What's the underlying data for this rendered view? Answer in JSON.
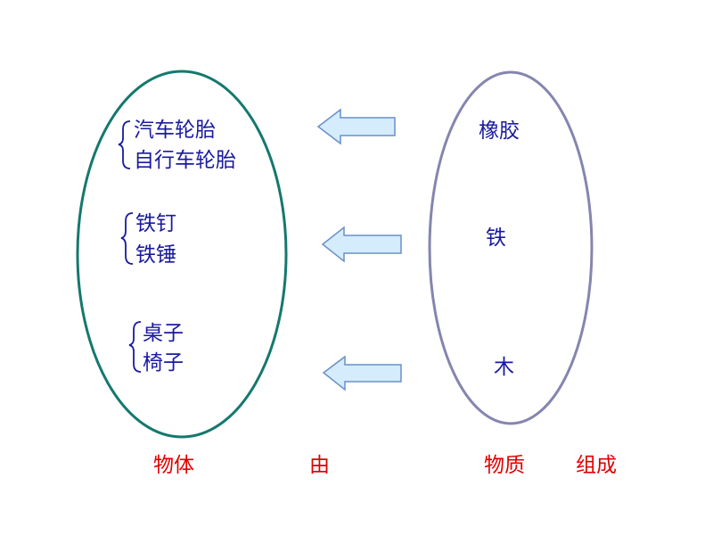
{
  "objects": [
    {
      "items": [
        "汽车轮胎",
        "自行车轮胎"
      ]
    },
    {
      "items": [
        "铁钉",
        "铁锤"
      ]
    },
    {
      "items": [
        "桌子",
        "椅子"
      ]
    }
  ],
  "materials": [
    "橡胶",
    "铁",
    "木"
  ],
  "caption": {
    "objects": "物体",
    "by": "由",
    "materials": "物质",
    "composed": "组成"
  },
  "colors": {
    "left_ellipse": "#15786e",
    "right_ellipse": "#8585b0",
    "arrow_fill": "#d4ecfb",
    "arrow_stroke": "#6a8fc9",
    "text_blue": "#1a1aa0",
    "caption_red": "#e00000"
  }
}
